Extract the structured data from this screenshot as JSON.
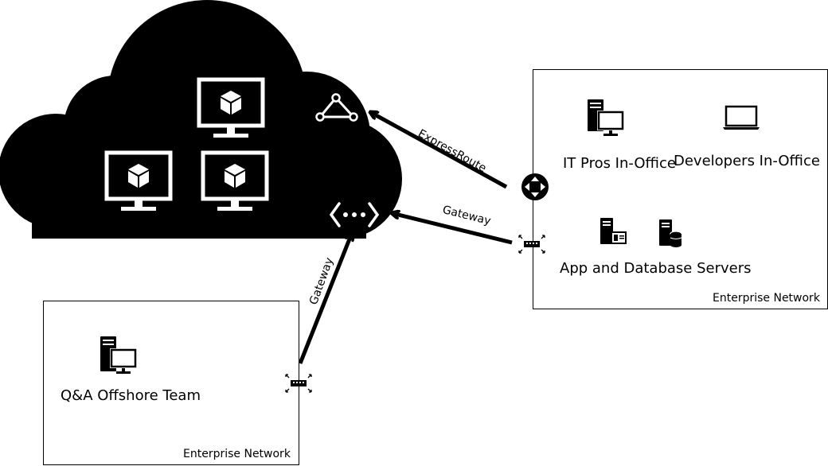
{
  "cloud": {
    "icons": [
      "virtual-machine-icon",
      "virtual-machine-icon",
      "virtual-machine-icon",
      "network-triangle-icon",
      "vpn-gateway-icon"
    ]
  },
  "connections": {
    "expressroute": "ExpressRoute",
    "gateway_right": "Gateway",
    "gateway_left": "Gateway"
  },
  "right_network": {
    "it_pros": "IT Pros In-Office",
    "developers": "Developers In-Office",
    "servers": "App and Database Servers",
    "caption": "Enterprise Network"
  },
  "left_network": {
    "qa_team": "Q&A Offshore Team",
    "caption": "Enterprise Network"
  },
  "colors": {
    "fill": "#000000",
    "background": "#ffffff"
  }
}
